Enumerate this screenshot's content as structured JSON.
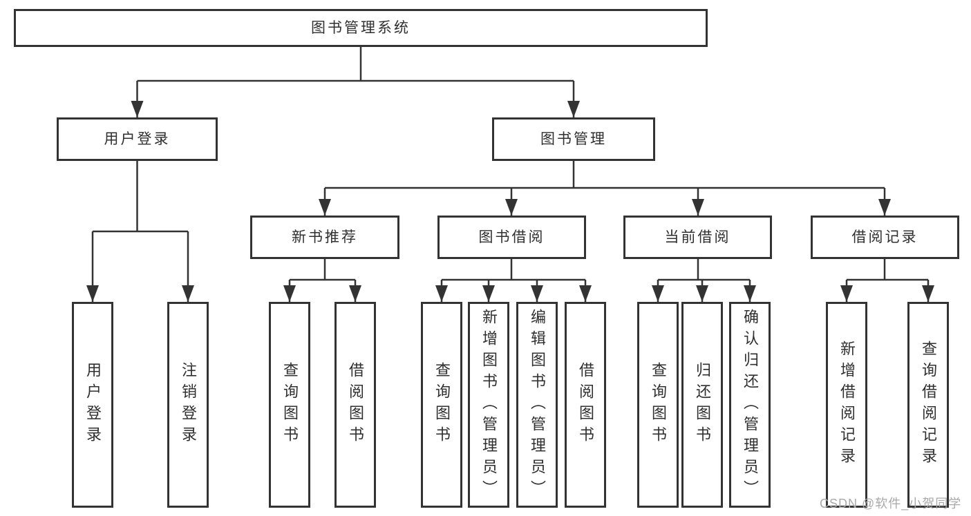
{
  "colors": {
    "line": "#333333",
    "text": "#2f2f2f",
    "background": "#ffffff",
    "watermark": "#a9a9a9"
  },
  "diagram": {
    "root": {
      "label": "图书管理系统"
    },
    "branches": [
      {
        "label": "用户登录",
        "children": [
          {
            "label": "用户登录"
          },
          {
            "label": "注销登录"
          }
        ]
      },
      {
        "label": "图书管理",
        "children": [
          {
            "label": "新书推荐",
            "children": [
              {
                "label": "查询图书"
              },
              {
                "label": "借阅图书"
              }
            ]
          },
          {
            "label": "图书借阅",
            "children": [
              {
                "label": "查询图书"
              },
              {
                "label": "新增图书（管理员）"
              },
              {
                "label": "编辑图书（管理员）"
              },
              {
                "label": "借阅图书"
              }
            ]
          },
          {
            "label": "当前借阅",
            "children": [
              {
                "label": "查询图书"
              },
              {
                "label": "归还图书"
              },
              {
                "label": "确认归还（管理员）"
              }
            ]
          },
          {
            "label": "借阅记录",
            "children": [
              {
                "label": "新增借阅记录"
              },
              {
                "label": "查询借阅记录"
              }
            ]
          }
        ]
      }
    ]
  },
  "watermark": {
    "text": "CSDN @软件_小贺同学"
  }
}
